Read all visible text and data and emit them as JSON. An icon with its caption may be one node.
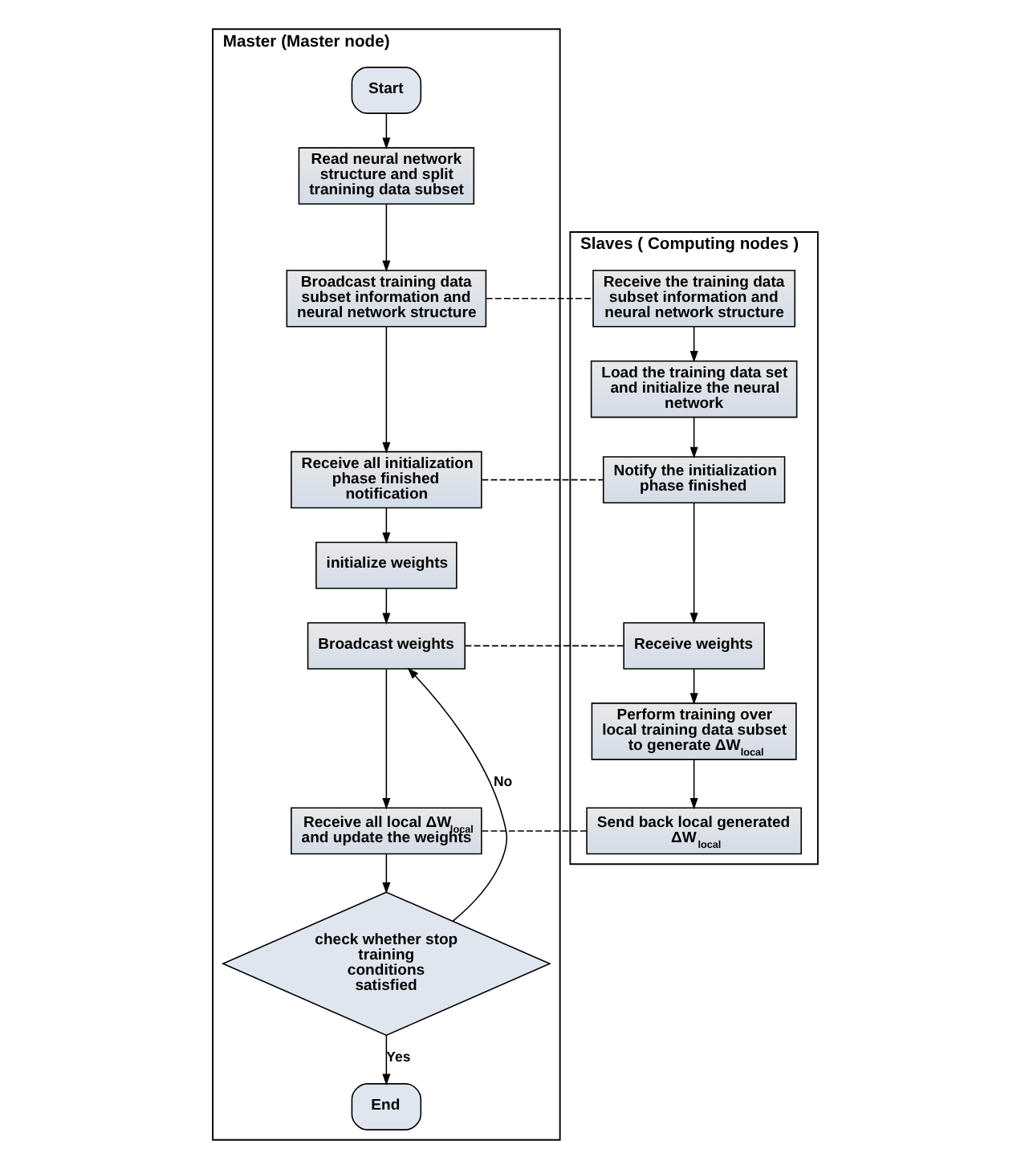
{
  "diagram": {
    "nodes": [
      {
        "text": [
          "Master (Master node)"
        ]
      },
      {
        "text": [
          "Slaves ( Computing nodes )"
        ]
      },
      {
        "text": [
          "Start"
        ],
        "in": 0
      },
      {
        "text": [
          "Read neural network structure and split tranining data subset"
        ],
        "in": 0
      },
      {
        "text": [
          "Broadcast training data subset information and neural network structure"
        ],
        "in": 0
      },
      {
        "text": [
          "Receive all initialization phase finished notification"
        ],
        "in": 0
      },
      {
        "text": [
          "initialize weights"
        ],
        "in": 0
      },
      {
        "text": [
          "Broadcast weights"
        ],
        "in": 0
      },
      {
        "text": [
          "Receive all local ΔW$_{local}$ and update the weights"
        ],
        "in": 0
      },
      {
        "text": [
          "check whether stop training conditions satisfied"
        ],
        "in": 0
      },
      {
        "text": [
          "End"
        ],
        "in": 0
      },
      {
        "text": [
          "Receive the training data subset information and neural network structure"
        ],
        "in": 1
      },
      {
        "text": [
          "Load the training data set and initialize the neural network"
        ],
        "in": 1
      },
      {
        "text": [
          "Notify the initialization phase finished"
        ],
        "in": 1
      },
      {
        "text": [
          "Receive weights"
        ],
        "in": 1
      },
      {
        "text": [
          "Perform training over local training data subset to generate ΔW$_{local}$"
        ],
        "in": 1
      },
      {
        "text": [
          "Send back local generated ΔW$_{local}$"
        ],
        "in": 1
      }
    ],
    "edges": [
      {
        "from": 2,
        "to": 3,
        "arrow": "to"
      },
      {
        "from": 3,
        "to": 4,
        "arrow": "to"
      },
      {
        "from": 4,
        "to": 5,
        "arrow": "to"
      },
      {
        "from": 5,
        "to": 6,
        "arrow": "to"
      },
      {
        "from": 6,
        "to": 7,
        "arrow": "to"
      },
      {
        "from": 7,
        "to": 8,
        "arrow": "to"
      },
      {
        "from": 8,
        "to": 9,
        "arrow": "to"
      },
      {
        "from": 9,
        "to": 10,
        "arrow": "to",
        "label": "Yes"
      },
      {
        "from": 9,
        "to": 7,
        "arrow": "to",
        "label": "No"
      },
      {
        "from": 11,
        "to": 12,
        "arrow": "to"
      },
      {
        "from": 12,
        "to": 13,
        "arrow": "to"
      },
      {
        "from": 13,
        "to": 14,
        "arrow": "to"
      },
      {
        "from": 14,
        "to": 15,
        "arrow": "to"
      },
      {
        "from": 15,
        "to": 16,
        "arrow": "to"
      },
      {
        "from": 4,
        "to": 11,
        "arrow": "none",
        "style": "dashed"
      },
      {
        "from": 5,
        "to": 13,
        "arrow": "none",
        "style": "dashed"
      },
      {
        "from": 7,
        "to": 14,
        "arrow": "none",
        "style": "dashed"
      },
      {
        "from": 8,
        "to": 16,
        "arrow": "none",
        "style": "dashed"
      }
    ]
  }
}
